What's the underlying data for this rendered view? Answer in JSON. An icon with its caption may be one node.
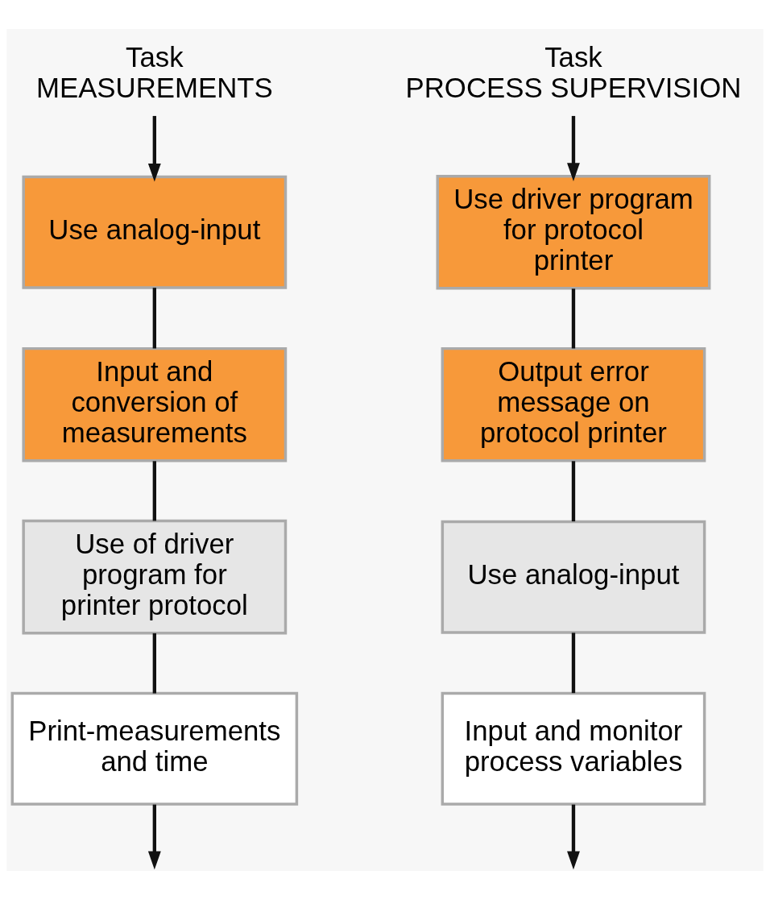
{
  "diagram": {
    "nodes": [
      {
        "text": [
          "Task MEASUREMENTS"
        ]
      },
      {
        "text": [
          "Use analog-input"
        ]
      },
      {
        "text": [
          "Input and conversion of measurements"
        ]
      },
      {
        "text": [
          "Use of driver program for printer protocol"
        ]
      },
      {
        "text": [
          "Print-measurements and time"
        ]
      },
      {
        "text": [
          "Task PROCESS SUPERVISION"
        ]
      },
      {
        "text": [
          "Use driver program for protocol printer"
        ]
      },
      {
        "text": [
          "Output error message on protocol printer"
        ]
      },
      {
        "text": [
          "Use analog-input"
        ]
      },
      {
        "text": [
          "Input and monitor process variables"
        ]
      }
    ],
    "edges": [
      {
        "from": 0,
        "to": 1,
        "arrow": "to"
      },
      {
        "from": 1,
        "to": 2,
        "arrow": "none"
      },
      {
        "from": 2,
        "to": 3,
        "arrow": "none"
      },
      {
        "from": 3,
        "to": 4,
        "arrow": "none"
      },
      {
        "from": 4,
        "to": null,
        "arrow": "to"
      },
      {
        "from": 5,
        "to": 6,
        "arrow": "to"
      },
      {
        "from": 6,
        "to": 7,
        "arrow": "none"
      },
      {
        "from": 7,
        "to": 8,
        "arrow": "none"
      },
      {
        "from": 8,
        "to": 9,
        "arrow": "none"
      },
      {
        "from": 9,
        "to": null,
        "arrow": "to"
      }
    ]
  }
}
